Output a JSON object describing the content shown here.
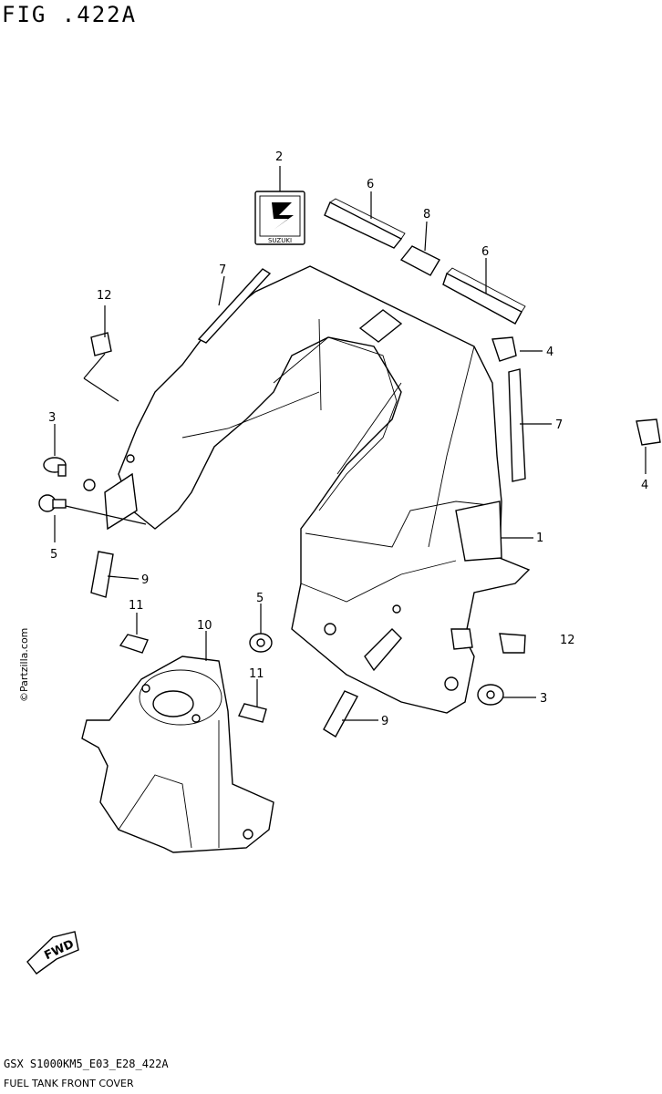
{
  "figure": {
    "title": "FIG .422A",
    "code": "GSX S1000KM5_E03_E28_422A",
    "caption": "FUEL TANK FRONT COVER",
    "copyright": "©Partzilla.com"
  },
  "callouts": [
    {
      "id": "c1",
      "label": "1"
    },
    {
      "id": "c2",
      "label": "2"
    },
    {
      "id": "c3a",
      "label": "3"
    },
    {
      "id": "c3b",
      "label": "3"
    },
    {
      "id": "c4a",
      "label": "4"
    },
    {
      "id": "c4b",
      "label": "4"
    },
    {
      "id": "c5a",
      "label": "5"
    },
    {
      "id": "c5b",
      "label": "5"
    },
    {
      "id": "c6a",
      "label": "6"
    },
    {
      "id": "c6b",
      "label": "6"
    },
    {
      "id": "c7a",
      "label": "7"
    },
    {
      "id": "c7b",
      "label": "7"
    },
    {
      "id": "c8",
      "label": "8"
    },
    {
      "id": "c9a",
      "label": "9"
    },
    {
      "id": "c9b",
      "label": "9"
    },
    {
      "id": "c10",
      "label": "10"
    },
    {
      "id": "c11a",
      "label": "11"
    },
    {
      "id": "c11b",
      "label": "11"
    },
    {
      "id": "c12a",
      "label": "12"
    },
    {
      "id": "c12b",
      "label": "12"
    }
  ],
  "emblem": {
    "text": "SUZUKI"
  },
  "fwd_arrow": {
    "text": "FWD"
  }
}
